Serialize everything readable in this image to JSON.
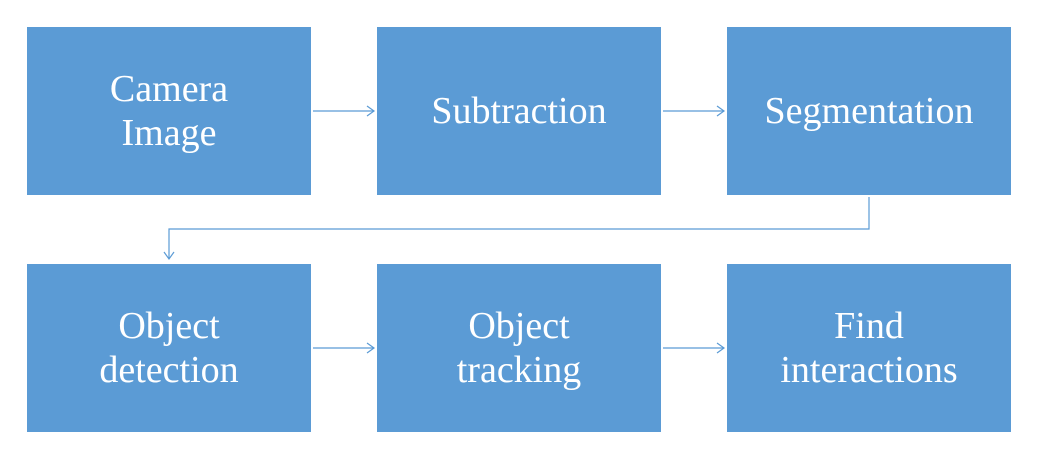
{
  "diagram": {
    "nodes": [
      {
        "id": "camera-image",
        "label": "Camera\nImage"
      },
      {
        "id": "subtraction",
        "label": "Subtraction"
      },
      {
        "id": "segmentation",
        "label": "Segmentation"
      },
      {
        "id": "object-detection",
        "label": "Object\ndetection"
      },
      {
        "id": "object-tracking",
        "label": "Object\ntracking"
      },
      {
        "id": "find-interactions",
        "label": "Find\ninteractions"
      }
    ],
    "edges": [
      {
        "from": "camera-image",
        "to": "subtraction"
      },
      {
        "from": "subtraction",
        "to": "segmentation"
      },
      {
        "from": "segmentation",
        "to": "object-detection"
      },
      {
        "from": "object-detection",
        "to": "object-tracking"
      },
      {
        "from": "object-tracking",
        "to": "find-interactions"
      }
    ],
    "colors": {
      "box_fill": "#5b9bd5",
      "box_text": "#ffffff",
      "connector": "#5b9bd5"
    }
  }
}
